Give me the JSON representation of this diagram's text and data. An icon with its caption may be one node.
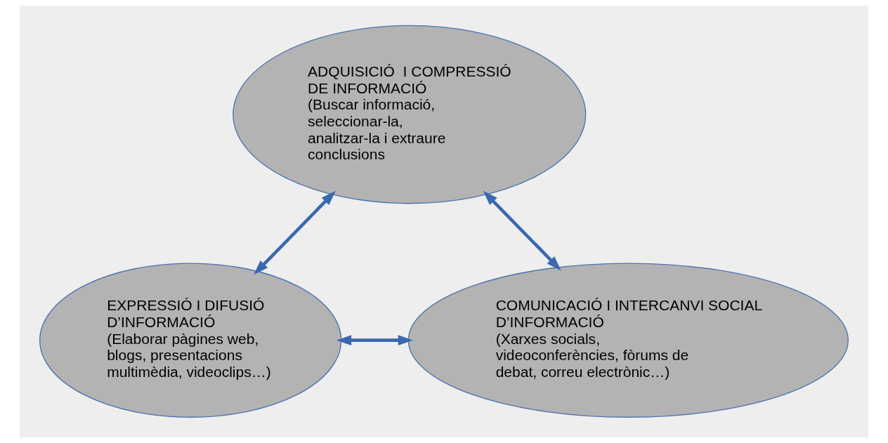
{
  "diagram": {
    "nodes": [
      {
        "text": [
          "ADQUISICIÓ  I COMPRESSIÓ DE INFORMACIÓ",
          "(Buscar informació, seleccionar-la, analitzar-la i extraure conclusions"
        ]
      },
      {
        "text": [
          "EXPRESSIÓ I DIFUSIÓ D’INFORMACIÓ",
          "(Elaborar pàgines web, blogs, presentacions multimèdia, videoclips…)"
        ]
      },
      {
        "text": [
          "COMUNICACIÓ I INTERCANVI SOCIAL D’INFORMACIÓ",
          "(Xarxes socials, videoconferències, fòrums de debat, correu electrònic…)"
        ]
      }
    ],
    "edges": [
      {
        "from": 0,
        "to": 1,
        "arrow": "both"
      },
      {
        "from": 0,
        "to": 2,
        "arrow": "both"
      },
      {
        "from": 1,
        "to": 2,
        "arrow": "both"
      }
    ]
  }
}
